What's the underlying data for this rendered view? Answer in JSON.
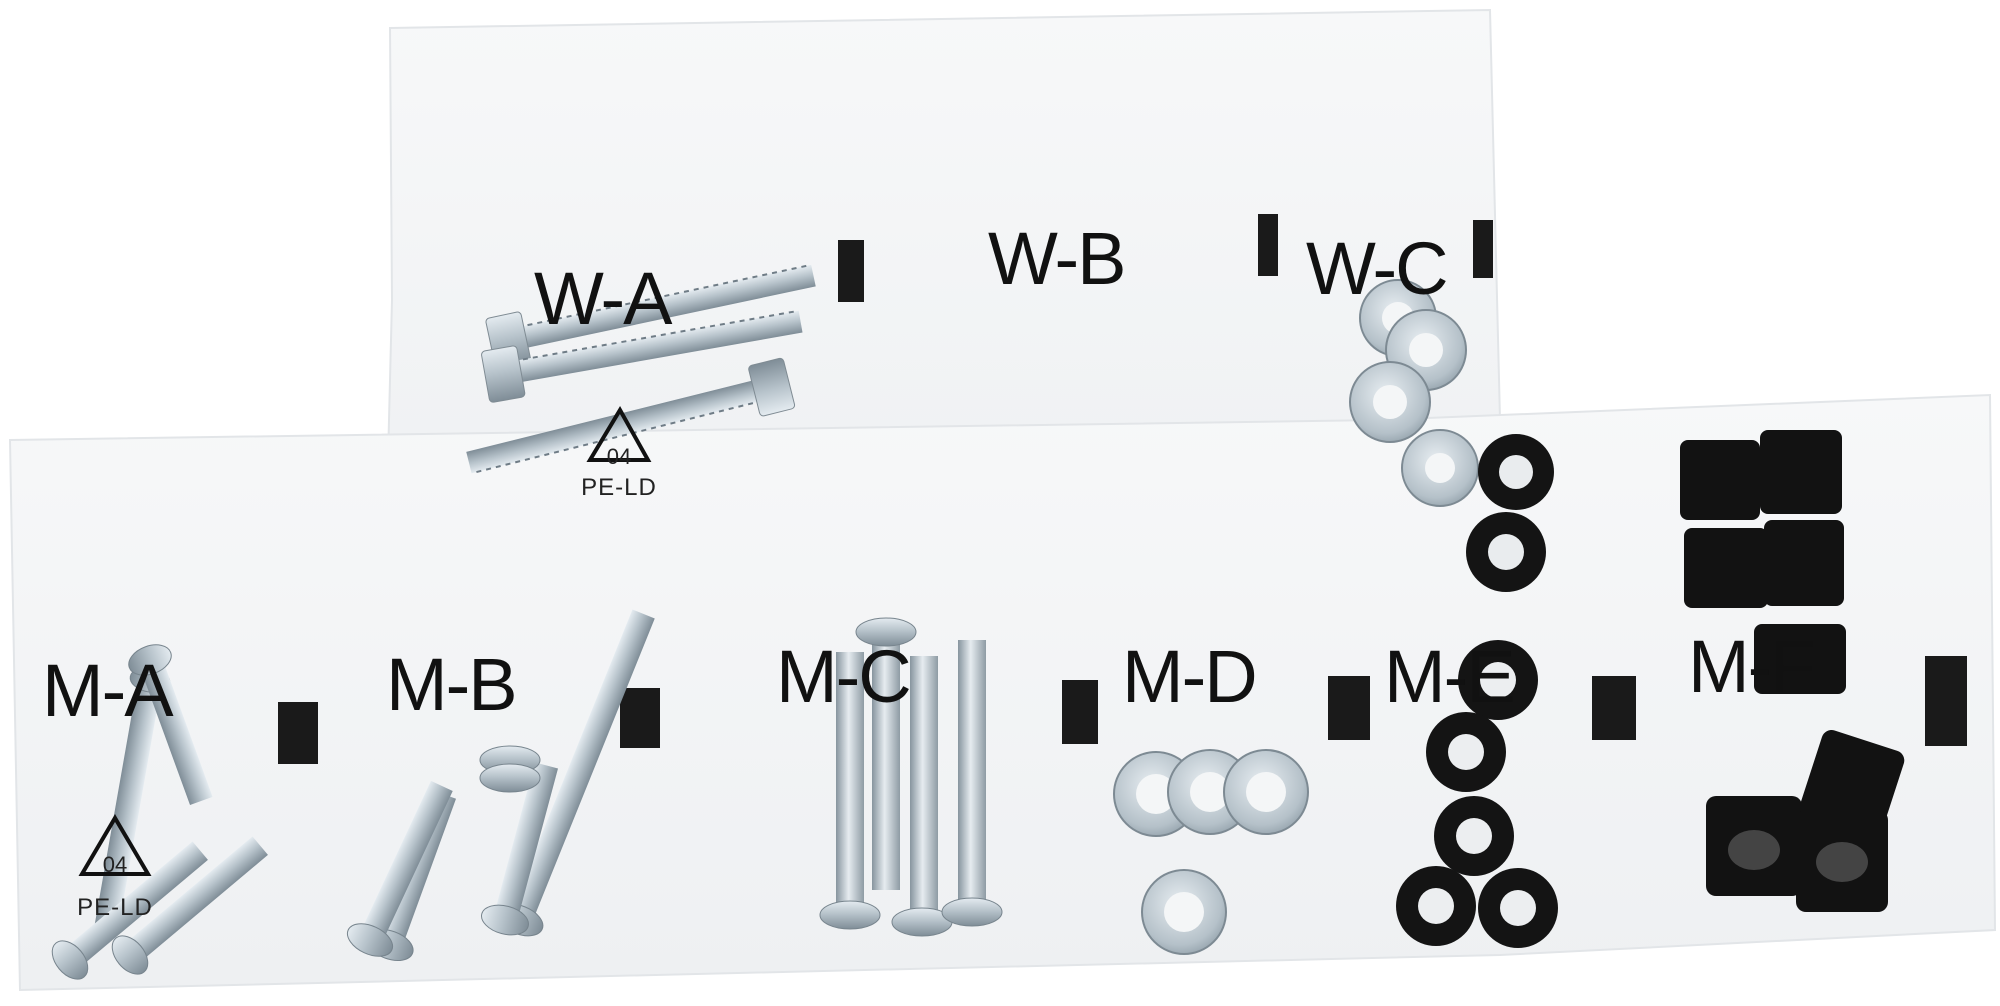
{
  "bags": {
    "wood": [
      {
        "label": "W-A"
      },
      {
        "label": "W-B"
      },
      {
        "label": "W-C"
      }
    ],
    "metal": [
      {
        "label": "M-A"
      },
      {
        "label": "M-B"
      },
      {
        "label": "M-C"
      },
      {
        "label": "M-D"
      },
      {
        "label": "M-E"
      },
      {
        "label": "M-F"
      }
    ]
  },
  "recycling_marks": [
    {
      "code": "04",
      "material": "PE-LD"
    },
    {
      "code": "04",
      "material": "PE-LD"
    }
  ],
  "colors": {
    "background": "#ffffff",
    "bag_plastic": "#f3f4f5",
    "zinc_hardware": "#b9c4cc",
    "rubber_parts": "#101010",
    "label_text": "#111111"
  }
}
